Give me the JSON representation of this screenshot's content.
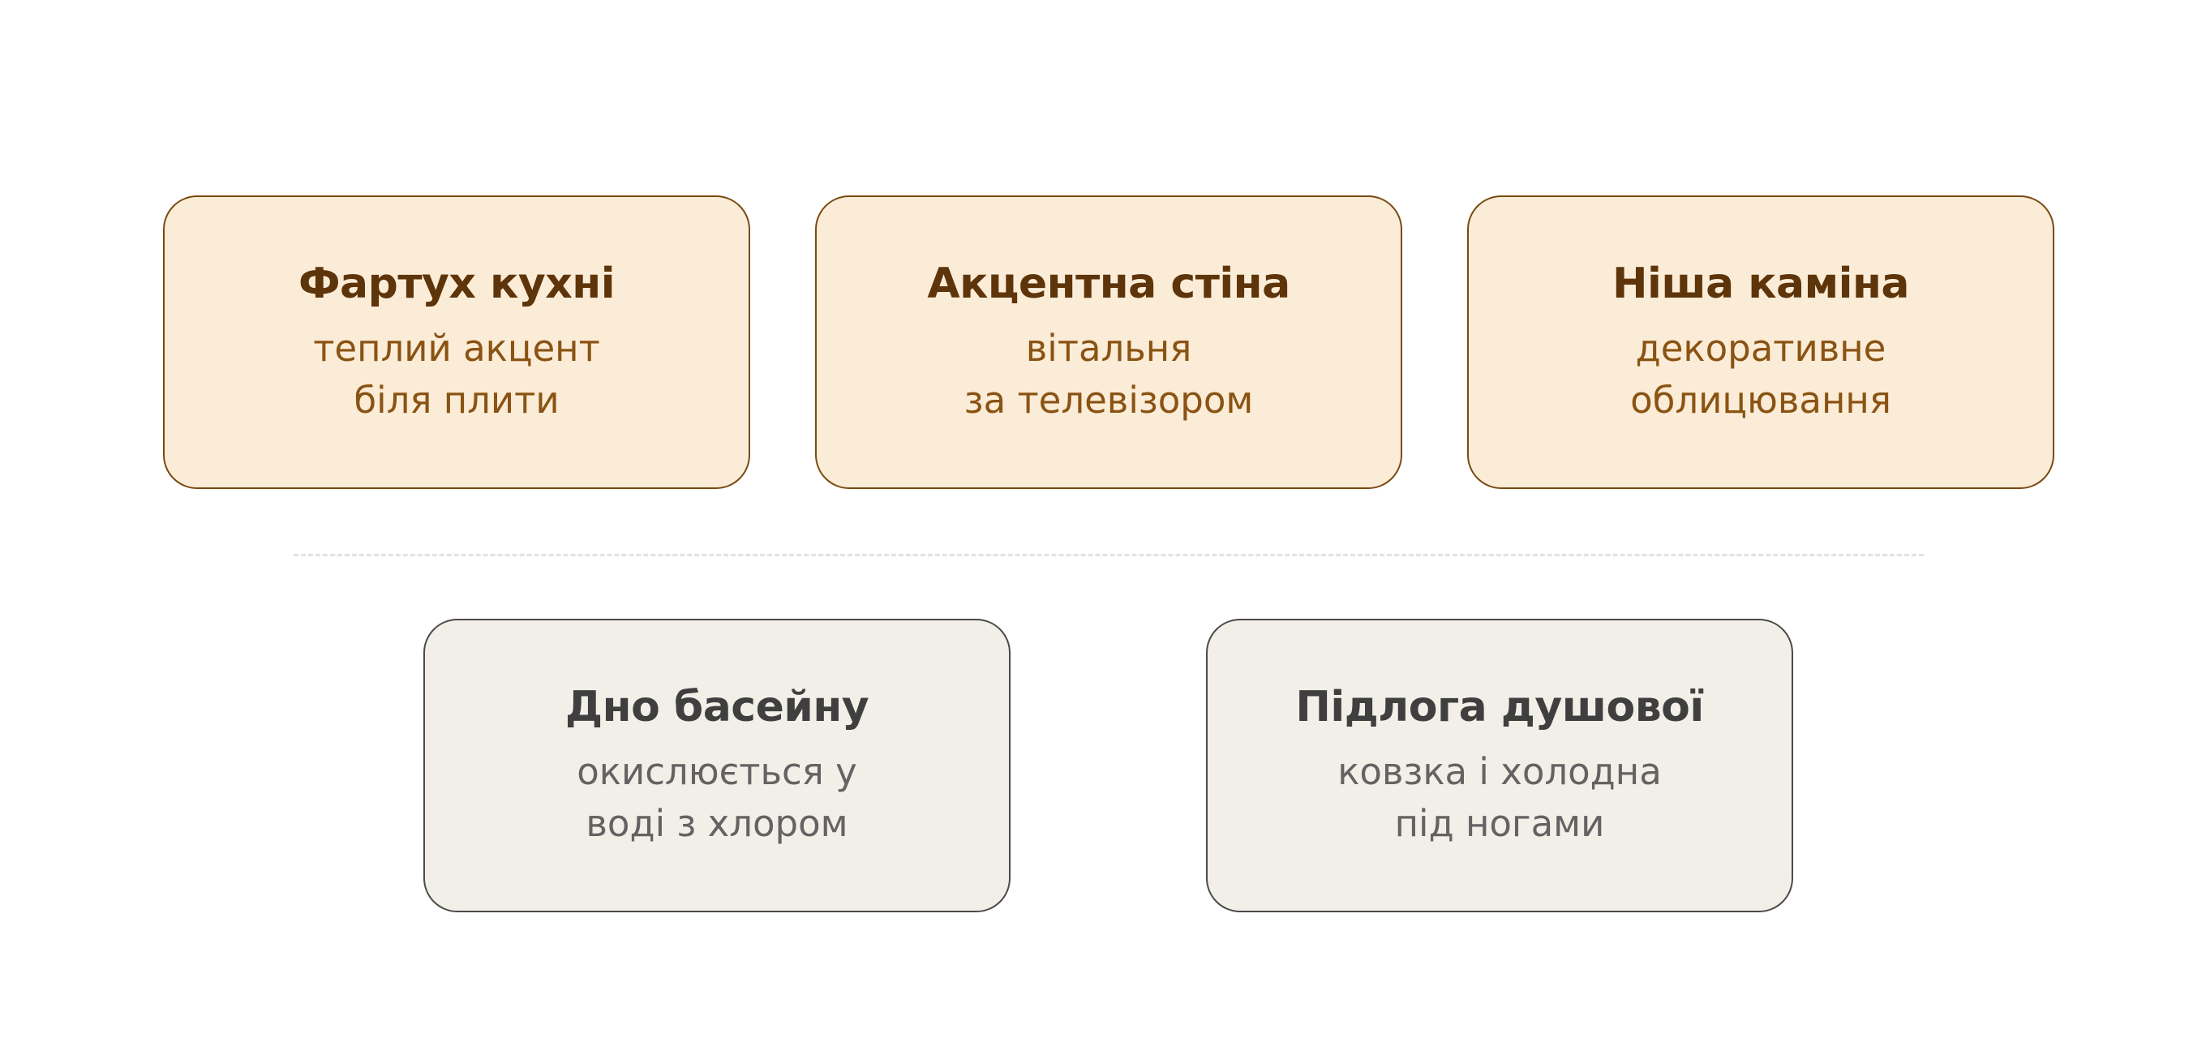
{
  "colors": {
    "warm_fill": "#fbecd7",
    "warm_border": "#7a4a12",
    "warm_title": "#5e340a",
    "warm_text": "#8a5313",
    "neutral_fill": "#f2efe8",
    "neutral_border": "#4b4b4b",
    "neutral_title": "#3f3f3f",
    "neutral_text": "#636363",
    "divider": "#e2e2e2"
  },
  "top_row": [
    {
      "title": "Фартух кухні",
      "line1": "теплий акцент",
      "line2": "біля плити"
    },
    {
      "title": "Акцентна стіна",
      "line1": "вітальня",
      "line2": "за телевізором"
    },
    {
      "title": "Ніша каміна",
      "line1": "декоративне",
      "line2": "облицювання"
    }
  ],
  "bottom_row": [
    {
      "title": "Дно басейну",
      "line1": "окислюється у",
      "line2": "воді з хлором"
    },
    {
      "title": "Підлога душової",
      "line1": "ковзка і холодна",
      "line2": "під ногами"
    }
  ]
}
